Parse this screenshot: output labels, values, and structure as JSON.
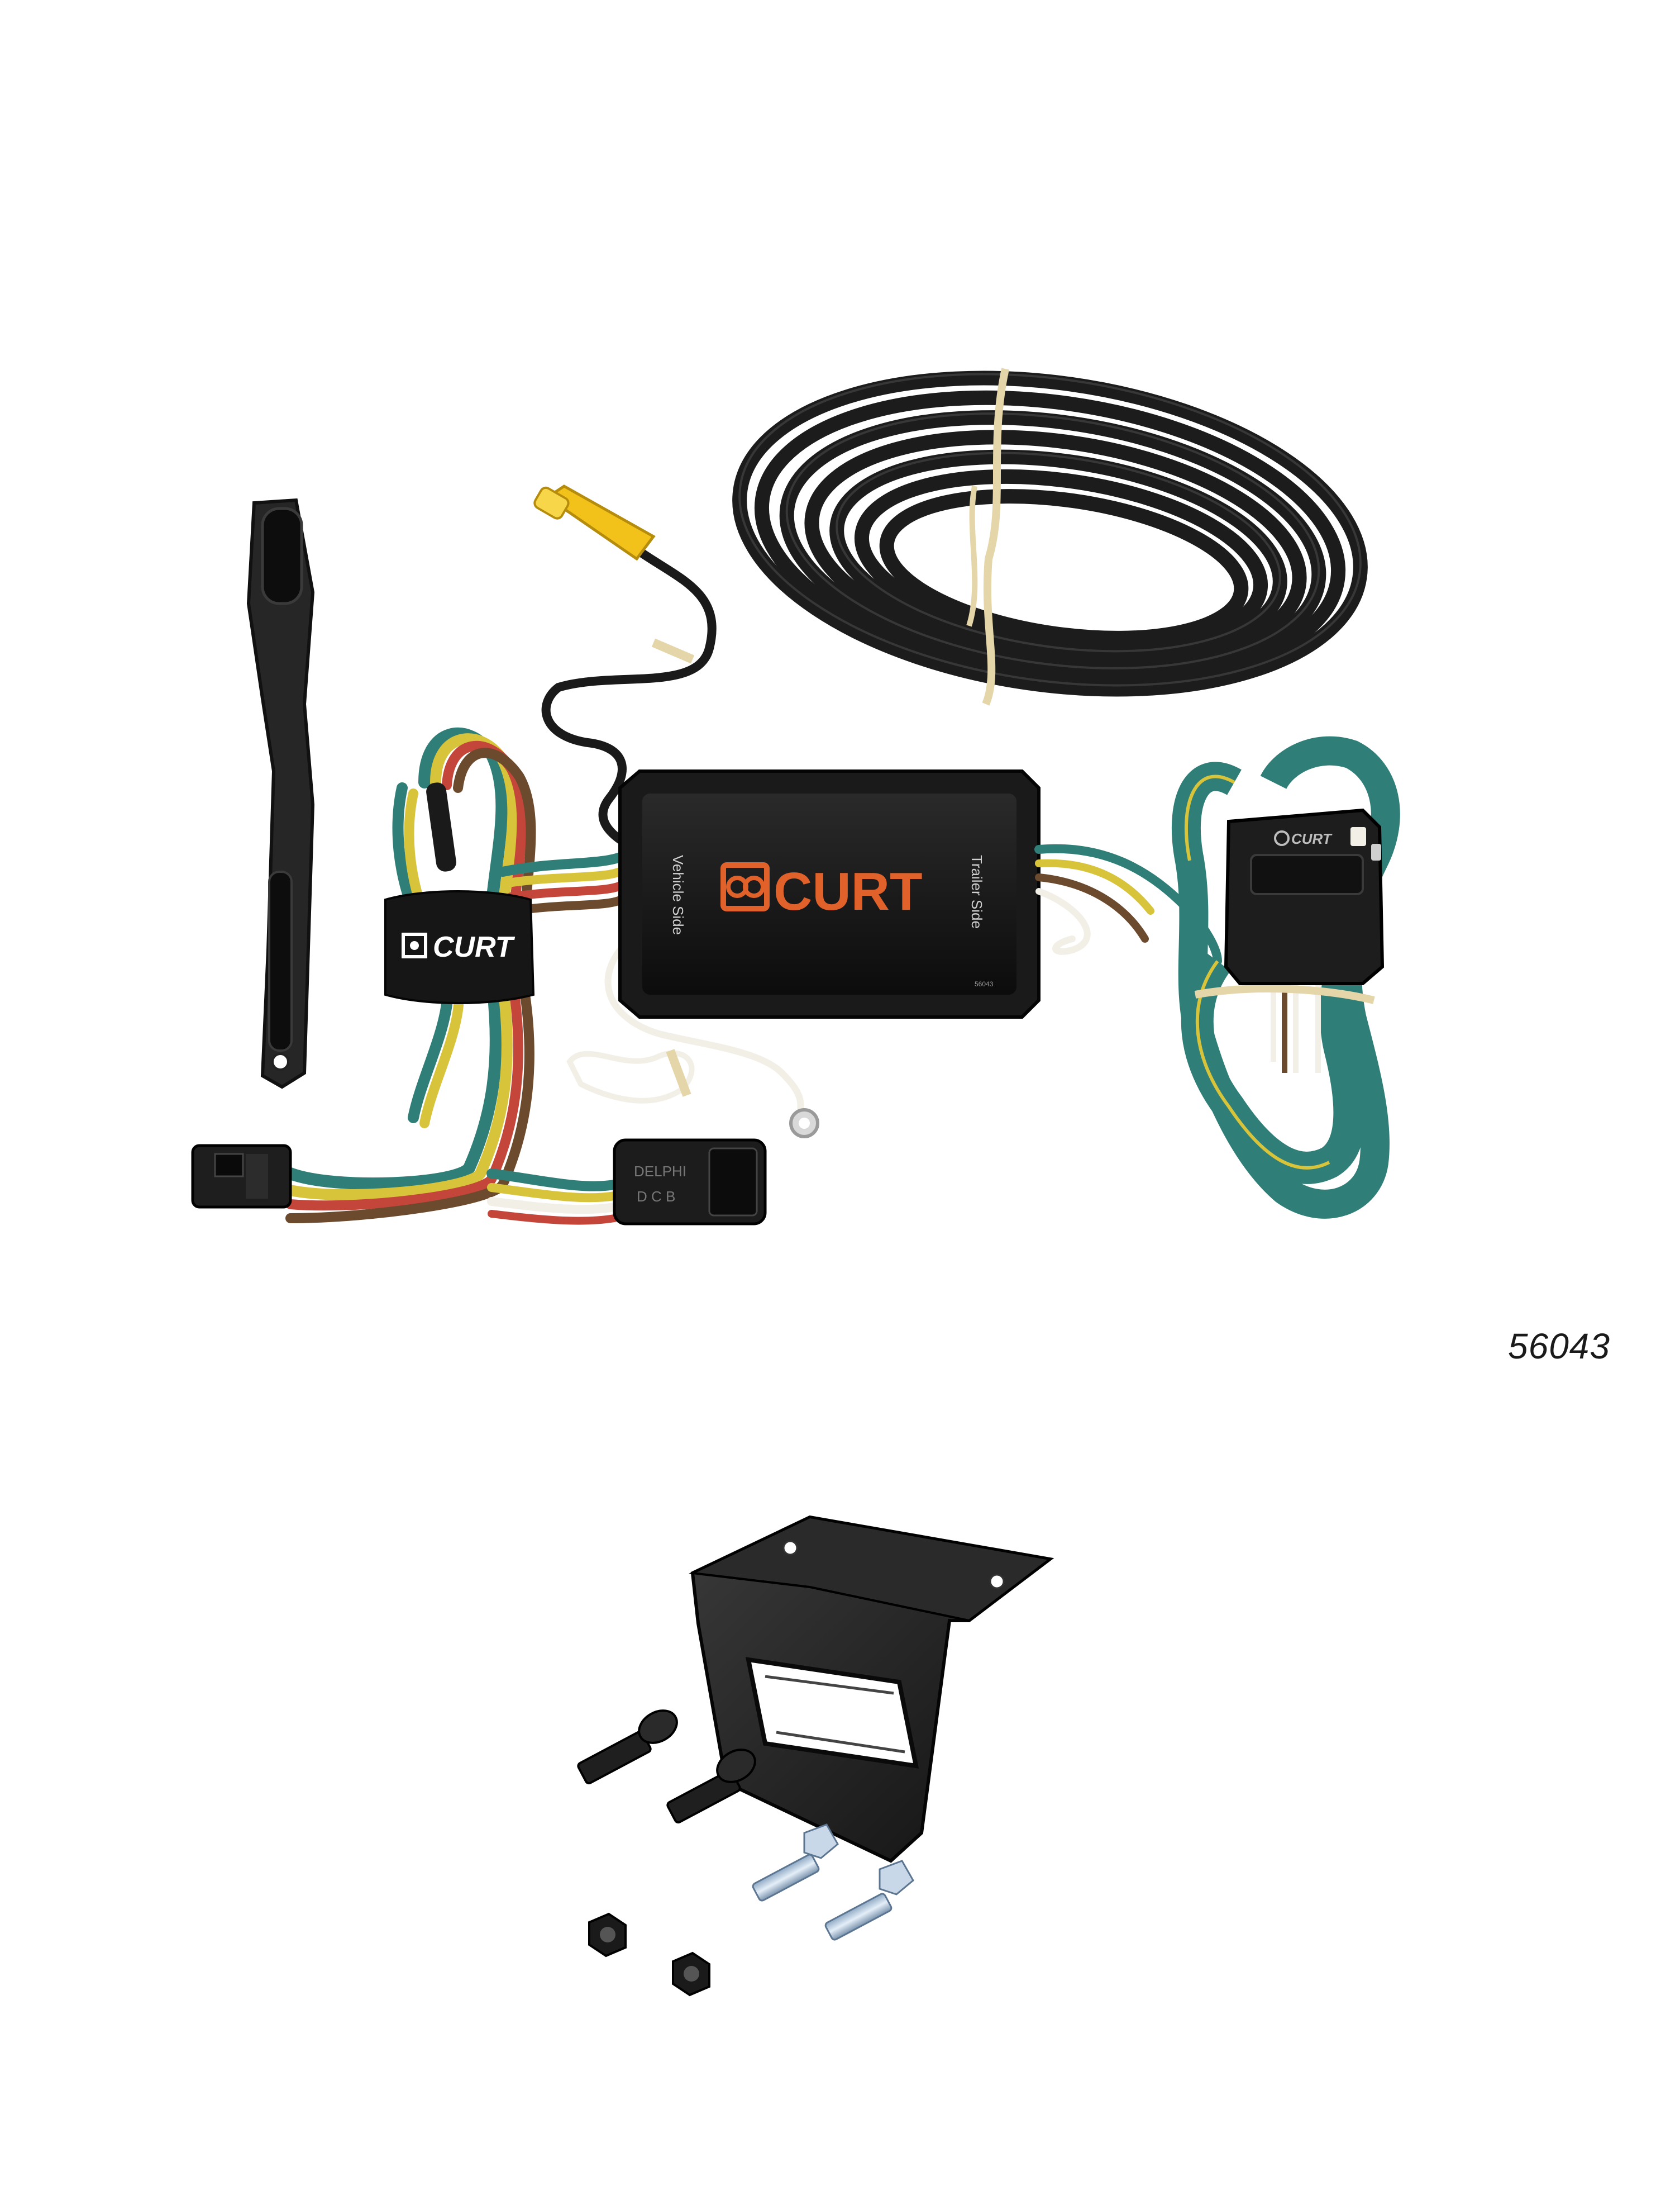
{
  "part_number": "56043",
  "brand": {
    "module_logo": "CURT",
    "velcro_logo": "CURT",
    "plug_logo": "CURT"
  },
  "module": {
    "left_label": "Vehicle Side",
    "right_label": "Trailer Side",
    "small_code": "56043"
  },
  "connector": {
    "stamp_top": "DELPHI",
    "stamp_bottom": "D C B"
  },
  "colors": {
    "accent_orange": "#e0612a",
    "wire_green": "#2f7f78",
    "wire_yellow": "#d8c43a",
    "wire_brown": "#6b4a2e",
    "wire_white": "#f2efe6",
    "wire_red": "#c4453a",
    "cable_black": "#1c1c1c",
    "butt_connector_yellow": "#f2c21a"
  },
  "icons": {
    "curt_logo": "curt-logo-icon"
  }
}
